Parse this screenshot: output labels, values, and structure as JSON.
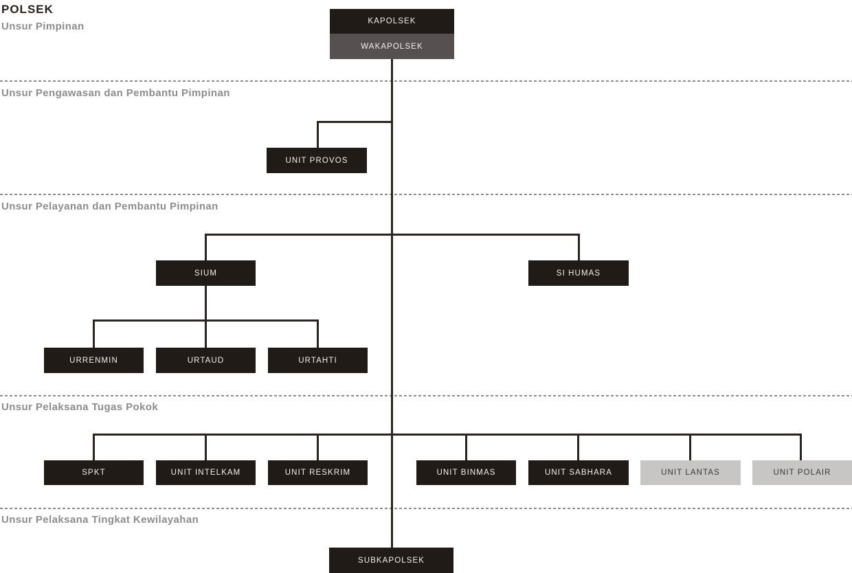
{
  "title": "POLSEK",
  "sections": {
    "pimpinan": {
      "label": "Unsur Pimpinan"
    },
    "pengawasan": {
      "label": "Unsur Pengawasan dan Pembantu Pimpinan"
    },
    "pelayanan": {
      "label": "Unsur Pelayanan dan Pembantu Pimpinan"
    },
    "pelaksana_pokok": {
      "label": "Unsur Pelaksana Tugas Pokok"
    },
    "kewilayahan": {
      "label": "Unsur Pelaksana Tingkat Kewilayahan"
    }
  },
  "nodes": {
    "kapolsek": {
      "label": "KAPOLSEK",
      "variant": "dark"
    },
    "wakapolsek": {
      "label": "WAKAPOLSEK",
      "variant": "gray"
    },
    "unit_provos": {
      "label": "UNIT PROVOS",
      "variant": "dark"
    },
    "sium": {
      "label": "SIUM",
      "variant": "dark"
    },
    "si_humas": {
      "label": "SI HUMAS",
      "variant": "dark"
    },
    "urrenmin": {
      "label": "URRENMIN",
      "variant": "dark"
    },
    "urtaud": {
      "label": "URTAUD",
      "variant": "dark"
    },
    "urtahti": {
      "label": "URTAHTI",
      "variant": "dark"
    },
    "spkt": {
      "label": "SPKT",
      "variant": "dark"
    },
    "unit_intelkam": {
      "label": "UNIT INTELKAM",
      "variant": "dark"
    },
    "unit_reskrim": {
      "label": "UNIT RESKRIM",
      "variant": "dark"
    },
    "unit_binmas": {
      "label": "UNIT BINMAS",
      "variant": "dark"
    },
    "unit_sabhara": {
      "label": "UNIT SABHARA",
      "variant": "dark"
    },
    "unit_lantas": {
      "label": "UNIT LANTAS",
      "variant": "light"
    },
    "unit_polair": {
      "label": "UNIT POLAIR",
      "variant": "light"
    },
    "subkapolsek": {
      "label": "SUBKAPOLSEK",
      "variant": "dark"
    }
  },
  "colors": {
    "background": "#ffffff",
    "box_dark": "#211b18",
    "box_gray": "#565150",
    "box_light": "#c7c6c5",
    "line": "#2a2320",
    "divider": "#8f8b8a",
    "section_label": "#8d8d8d",
    "title": "#262019"
  }
}
